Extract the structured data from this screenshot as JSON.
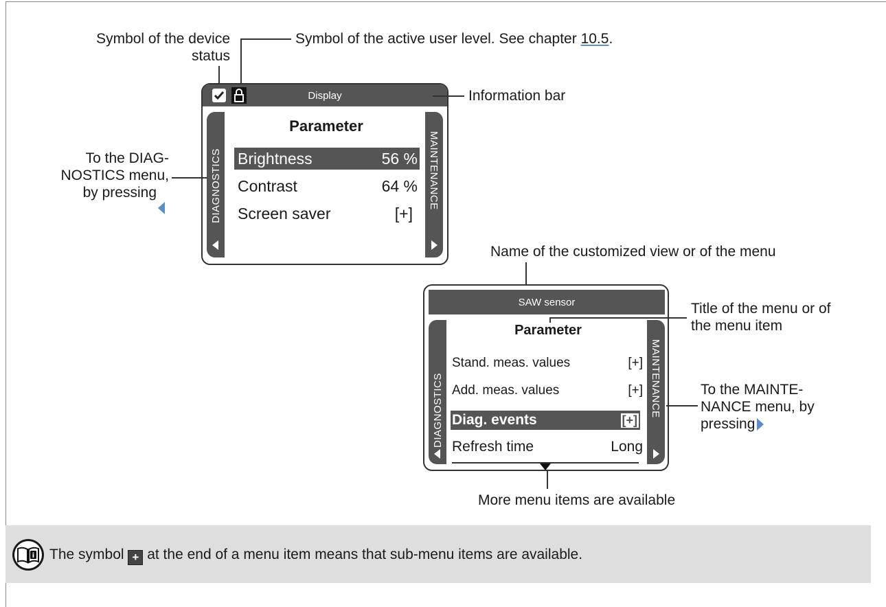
{
  "annotations": {
    "device_status": [
      "Symbol of the device",
      "status"
    ],
    "user_level_prefix": "Symbol of the active user level. See chapter ",
    "user_level_link": "10.5",
    "user_level_suffix": ".",
    "information_bar": "Information bar",
    "diagnostics": [
      "To the DIAG-",
      "NOSTICS menu,",
      "by pressing"
    ],
    "name_of_view": "Name of the customized view or of the menu",
    "title_menu": [
      "Title of the menu or of",
      "the menu item"
    ],
    "maintenance": [
      "To the MAINTE-",
      "NANCE menu, by",
      "pressing"
    ],
    "more_items": "More menu items are available"
  },
  "screen1": {
    "infobar": "Display",
    "title": "Parameter",
    "left_tab": "DIAGNOSTICS",
    "right_tab": "MAINTENANCE",
    "items": [
      {
        "label": "Brightness",
        "value": "56 %",
        "selected": true
      },
      {
        "label": "Contrast",
        "value": "64 %",
        "selected": false
      },
      {
        "label": "Screen saver",
        "value": "[+]",
        "selected": false
      }
    ]
  },
  "screen2": {
    "infobar": "SAW sensor",
    "title": "Parameter",
    "left_tab": "DIAGNOSTICS",
    "right_tab": "MAINTENANCE",
    "items": [
      {
        "label": "Stand. meas. values",
        "value": "[+]",
        "selected": false
      },
      {
        "label": "Add. meas. values",
        "value": "[+]",
        "selected": false
      },
      {
        "label": "Diag. events",
        "value": "[+]",
        "selected": true
      },
      {
        "label": "Refresh time",
        "value": "Long",
        "selected": false
      }
    ]
  },
  "note": {
    "before": "The symbol ",
    "symbol": "+",
    "after": " at the end of a menu item means that sub-menu items are available."
  },
  "colors": {
    "accent_arrow": "#5b8ec9",
    "bar_gray": "#555555",
    "note_bg": "#dedede"
  }
}
